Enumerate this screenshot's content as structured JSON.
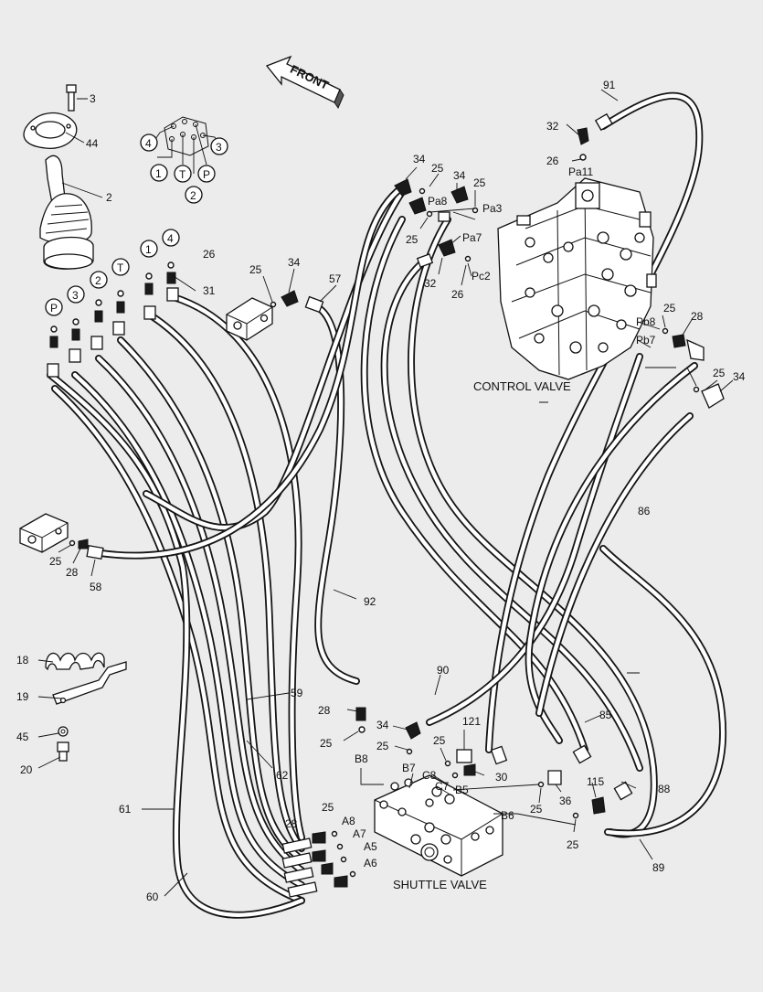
{
  "diagram": {
    "front_label": "FRONT",
    "titles": {
      "control_valve": "CONTROL VALVE",
      "shuttle_valve": "SHUTTLE VALVE"
    },
    "callouts": {
      "c3_top": "3",
      "c44": "44",
      "c2": "2",
      "c26_a": "26",
      "c31": "31",
      "c25_block": "25",
      "c34_block": "34",
      "c57": "57",
      "c25_b": "25",
      "c28_b": "28",
      "c58": "58",
      "c18": "18",
      "c19": "19",
      "c45": "45",
      "c20": "20",
      "c61": "61",
      "c60": "60",
      "c59": "59",
      "c62": "62",
      "c92": "92",
      "c28_m": "28",
      "c25_m": "25",
      "c34_m": "34",
      "c25_m2": "25",
      "c25_m3": "25",
      "c121": "121",
      "c30": "30",
      "c36": "36",
      "c115": "115",
      "c25_r": "25",
      "c25_r2": "25",
      "c28_sv": "28",
      "c25_sv": "25",
      "c90": "90",
      "c85": "85",
      "c88": "88",
      "c89": "89",
      "c86": "86",
      "c91": "91",
      "c32_top": "32",
      "c26_top": "26",
      "c34_t1": "34",
      "c25_t1": "25",
      "c34_t2": "34",
      "c25_t2": "25",
      "c25_t3": "25",
      "c32_mid": "32",
      "c26_mid": "26",
      "c25_pb": "25",
      "c28_pb": "28",
      "c25_pb2": "25",
      "c34_pb": "34"
    },
    "circled": {
      "top_4": "4",
      "top_1": "1",
      "top_T": "T",
      "top_2": "2",
      "top_P": "P",
      "top_3": "3",
      "mid_1": "1",
      "mid_4": "4",
      "mid_2": "2",
      "mid_T": "T",
      "mid_P": "P",
      "mid_3": "3"
    },
    "ports": {
      "pa11": "Pa11",
      "pa8": "Pa8",
      "pa3": "Pa3",
      "pa7": "Pa7",
      "pc2": "Pc2",
      "pb8": "Pb8",
      "pb7": "Pb7",
      "b8": "B8",
      "b7": "B7",
      "c8": "C8",
      "c7": "C7",
      "b5": "B5",
      "b6": "B6",
      "a8": "A8",
      "a7": "A7",
      "a5": "A5",
      "a6": "A6"
    },
    "colors": {
      "line": "#111111",
      "background": "#ececec",
      "part_fill": "#ffffff"
    }
  }
}
